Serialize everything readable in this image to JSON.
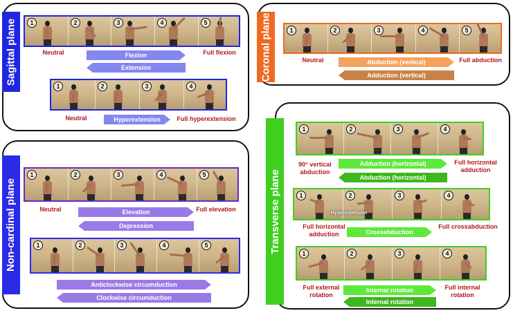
{
  "colors": {
    "sagittal": "#1f25e0",
    "coronal": "#ee6a22",
    "noncardinal": "#2a2be8",
    "transverse": "#3fcf1f",
    "label_red": "#b3171c"
  },
  "sagittal": {
    "title": "Sagittal plane",
    "row1": {
      "numbers": [
        "1",
        "2",
        "3",
        "4",
        "5"
      ],
      "start_label": "Neutral",
      "end_label": "Full flexion",
      "arrow_forward": "Flexion",
      "arrow_back": "Extension"
    },
    "row2": {
      "numbers": [
        "1",
        "2",
        "3",
        "4"
      ],
      "start_label": "Neutral",
      "end_label": "Full hyperextension",
      "arrow_forward": "Hyperextension"
    }
  },
  "coronal": {
    "title": "Coronal plane",
    "numbers": [
      "1",
      "2",
      "3",
      "4",
      "5"
    ],
    "start_label": "Neutral",
    "end_label": "Full abduction",
    "arrow_forward": "Abduction (vertical)",
    "arrow_back": "Adduction (vertical)"
  },
  "noncardinal": {
    "title": "Non-cardinal plane",
    "row1": {
      "numbers": [
        "1",
        "2",
        "3",
        "4",
        "5"
      ],
      "start_label": "Neutral",
      "end_label": "Full elevation",
      "arrow_forward": "Elevation",
      "arrow_back": "Depression"
    },
    "row2": {
      "numbers": [
        "1",
        "2",
        "3",
        "4",
        "5"
      ],
      "arrow_forward": "Anticlockwise circumduction",
      "arrow_back": "Clockwise circumduction"
    }
  },
  "transverse": {
    "title": "Transverse plane",
    "row1": {
      "numbers": [
        "1",
        "2",
        "3",
        "4"
      ],
      "start_label_1": "90° vertical",
      "start_label_2": "abduction",
      "end_label_1": "Full horizontal",
      "end_label_2": "adduction",
      "arrow_forward": "Adduction (horizontal)",
      "arrow_back": "Abduction (horizontal)"
    },
    "row2": {
      "numbers": [
        "1",
        "2",
        "3",
        "4"
      ],
      "overlay": "Hyperextension",
      "start_label_1": "Full horizontal",
      "start_label_2": "adduction",
      "end_label": "Full crossabduction",
      "arrow_forward": "Crossabduction"
    },
    "row3": {
      "numbers": [
        "1",
        "2",
        "3",
        "4"
      ],
      "start_label_1": "Full external",
      "start_label_2": "rotation",
      "end_label_1": "Full internal",
      "end_label_2": "rotation",
      "arrow_forward": "Internal rotation",
      "arrow_back": "Internal rotation"
    }
  }
}
